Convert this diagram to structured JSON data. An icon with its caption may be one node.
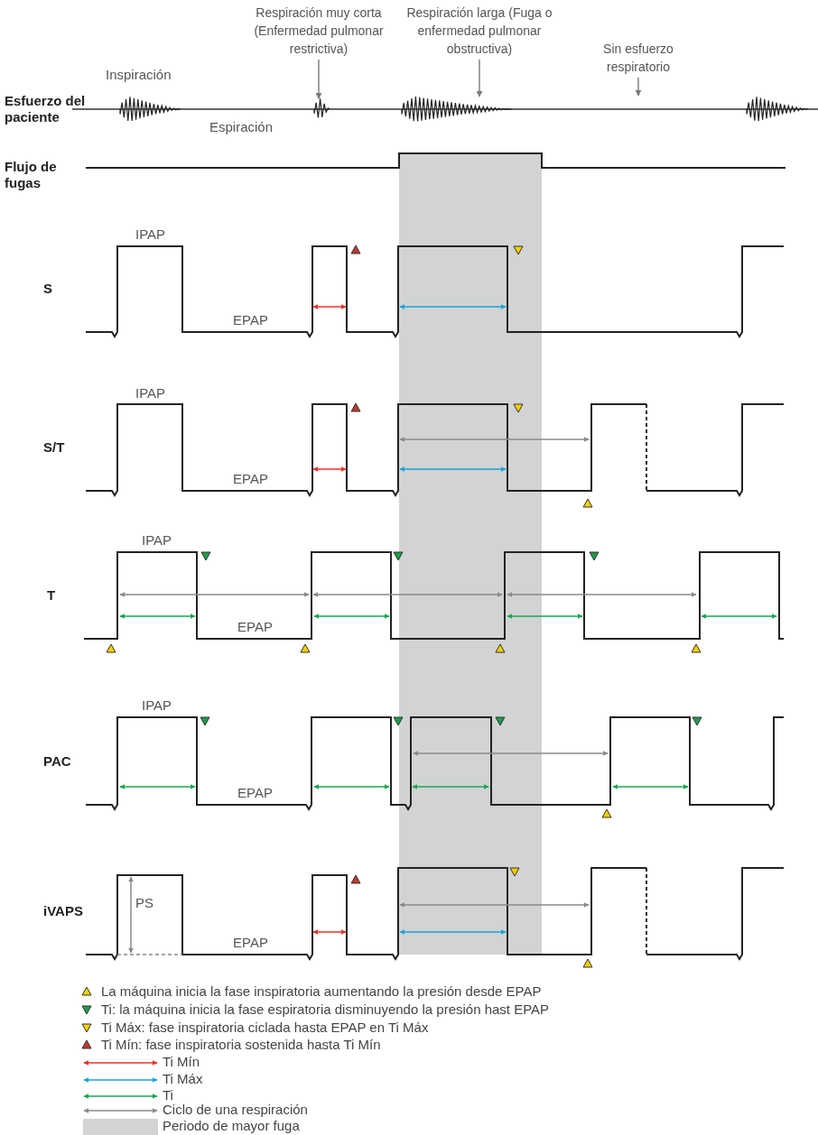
{
  "diagram": {
    "nodes": [
      {
        "text": [
          "Respiración muy corta (Enfermedad pulmonar restrictiva)"
        ]
      },
      {
        "text": [
          "Respiración larga (Fuga o enfermedad pulmonar obstructiva)"
        ]
      },
      {
        "text": [
          "Sin esfuerzo respiratorio"
        ]
      },
      {
        "text": [],
        "shape": "waveform"
      },
      {
        "text": [],
        "shape": "waveform"
      }
    ],
    "edges": [
      {
        "from": 0,
        "to": 3,
        "arrow": "to"
      },
      {
        "from": 1,
        "to": 4,
        "arrow": "to"
      },
      {
        "from": 2,
        "to": null,
        "arrow": "to"
      }
    ],
    "labels": [
      "Inspiración",
      "Esfuerzo del paciente",
      "Espiración",
      "Flujo de fugas",
      "IPAP",
      "S",
      "EPAP",
      "IPAP",
      "S/T",
      "EPAP",
      "IPAP",
      "T",
      "EPAP",
      "IPAP",
      "PAC",
      "EPAP",
      "PS",
      "iVAPS",
      "EPAP"
    ],
    "legend": [
      {
        "text": "La máquina inicia la fase inspiratoria aumentando la presión desde EPAP"
      },
      {
        "text": "Ti: la máquina inicia la fase espiratoria disminuyendo la presión hast EPAP"
      },
      {
        "text": "Ti Máx: fase inspiratoria ciclada hasta EPAP en Ti Máx"
      },
      {
        "text": "Ti Mín: fase inspiratoria sostenida hasta Ti Mín"
      },
      {
        "text": "Ti Mín"
      },
      {
        "text": "Ti Máx"
      },
      {
        "text": "Ti"
      },
      {
        "text": "Ciclo de una respiración"
      },
      {
        "text": "Periodo de mayor fuga",
        "color": "#d1d3d4"
      }
    ]
  }
}
